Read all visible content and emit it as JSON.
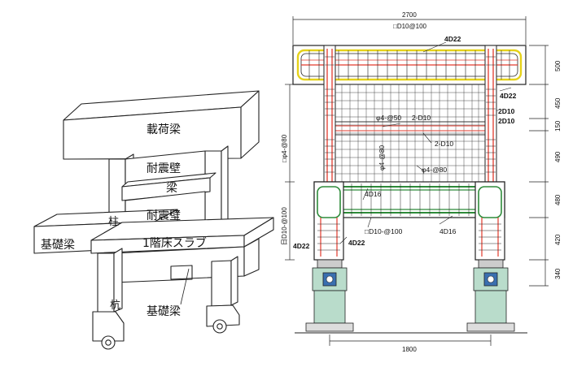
{
  "iso_labels": {
    "loading_beam": "載荷梁",
    "shear_wall_upper": "耐震壁",
    "beam": "梁",
    "shear_wall_lower": "耐震壁",
    "column": "柱",
    "foundation_beam_left": "基礎梁",
    "first_floor_slab": "1階床スラブ",
    "pile": "杭",
    "foundation_beam_bottom": "基礎梁"
  },
  "elevation": {
    "dims_top": {
      "overall_width": "2700",
      "stirrup_spec": "□D10@100"
    },
    "dims_right": [
      "500",
      "450",
      "150",
      "490",
      "480",
      "420",
      "340"
    ],
    "dims_bottom": {
      "span": "1800"
    },
    "dims_left": {
      "upper": "□φ4-@80",
      "lower": "日D10-@100"
    },
    "rebar_labels": {
      "top_main": "4D22",
      "top_right": "4D22",
      "col_main_1": "2D10",
      "col_main_2": "2D10",
      "wall_horizontal_1": "φ4-@50",
      "wall_horizontal_2": "2-D10",
      "wall_lap": "2-D10",
      "wall_vertical": "φ4-@80",
      "wall_mesh": "φ4-@80",
      "beam_main_left": "4D16",
      "beam_stirrup": "□D10-@100",
      "beam_main_right": "4D16",
      "base_left_1": "4D22",
      "base_left_2": "4D22"
    }
  },
  "colors": {
    "line": "#222222",
    "rebar_red": "#e23a2c",
    "rebar_yellow": "#e6d21a",
    "rebar_green": "#2e8b3a",
    "support_green": "#b9dccb",
    "support_blue": "#3a6fb0"
  }
}
